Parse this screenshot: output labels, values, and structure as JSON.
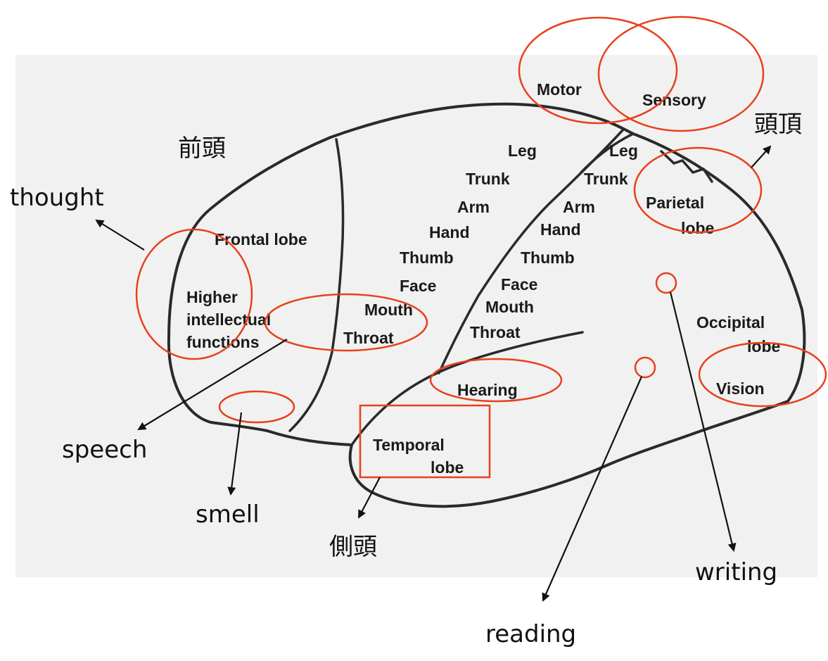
{
  "colors": {
    "background": "#ffffff",
    "scan_background": "#f1f1f1",
    "outline": "#2a2a2a",
    "highlight": "#e8401c",
    "text": "#111111"
  },
  "scan_labels": {
    "motor": "Motor",
    "sensory": "Sensory",
    "frontal_lobe": "Frontal lobe",
    "higher_1": "Higher",
    "higher_2": "intellectual",
    "higher_3": "functions",
    "motor_column": [
      "Leg",
      "Trunk",
      "Arm",
      "Hand",
      "Thumb",
      "Face",
      "Mouth",
      "Throat"
    ],
    "sensory_column": [
      "Leg",
      "Trunk",
      "Arm",
      "Hand",
      "Thumb",
      "Face",
      "Mouth",
      "Throat"
    ],
    "parietal_1": "Parietal",
    "parietal_2": "lobe",
    "occipital_1": "Occipital",
    "occipital_2": "lobe",
    "vision": "Vision",
    "hearing": "Hearing",
    "temporal_1": "Temporal",
    "temporal_2": "lobe"
  },
  "annotations": {
    "zentou": "前頭",
    "toucho": "頭頂",
    "sokutou": "側頭",
    "thought": "thought",
    "speech": "speech",
    "smell": "smell",
    "writing": "writing",
    "reading": "reading"
  }
}
